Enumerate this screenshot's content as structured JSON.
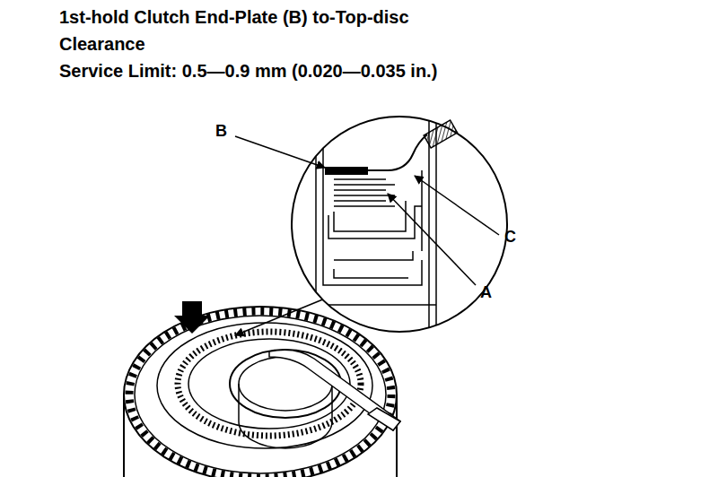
{
  "diagram": {
    "title": "1st-hold Clutch End-Plate (B) to-Top-disc Clearance",
    "labels": [
      "Service Limit: 0.5—0.9 mm (0.020—0.035 in.)",
      "B",
      "C",
      "A"
    ]
  }
}
